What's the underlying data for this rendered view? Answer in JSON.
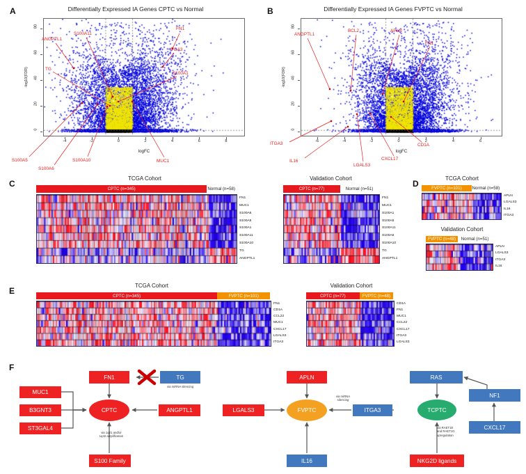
{
  "panels": {
    "A": {
      "letter": "A"
    },
    "B": {
      "letter": "B"
    },
    "C": {
      "letter": "C"
    },
    "D": {
      "letter": "D"
    },
    "E": {
      "letter": "E"
    },
    "F": {
      "letter": "F"
    }
  },
  "volcano_a": {
    "title": "Differentially Expressed IA Genes CPTC vs Normal",
    "xlabel": "logFC",
    "ylabel": "-log10(FDR)",
    "xticks": [
      "-4",
      "-2",
      "0",
      "2",
      "4",
      "6",
      "8"
    ],
    "yticks": [
      "0",
      "20",
      "40",
      "60",
      "80"
    ],
    "annotations": [
      {
        "label": "ANGPTL1"
      },
      {
        "label": "S100A11"
      },
      {
        "label": "FN1"
      },
      {
        "label": "ITGA3"
      },
      {
        "label": "S100A1"
      },
      {
        "label": "TG"
      },
      {
        "label": "S100A5"
      },
      {
        "label": "S100A6"
      },
      {
        "label": "S100A10"
      },
      {
        "label": "MUC1"
      }
    ]
  },
  "volcano_b": {
    "title": "Differentially Expressed IA Genes FVPTC vs Normal",
    "xlabel": "logFC",
    "ylabel": "-log10(FDR)",
    "xticks": [
      "-6",
      "-4",
      "-2",
      "0",
      "2",
      "4",
      "6"
    ],
    "yticks": [
      "0",
      "20",
      "40",
      "60",
      "80"
    ],
    "annotations": [
      {
        "label": "ANGPTL1"
      },
      {
        "label": "BCL2"
      },
      {
        "label": "APLN"
      },
      {
        "label": "FN1"
      },
      {
        "label": "ITGA3"
      },
      {
        "label": "IL16"
      },
      {
        "label": "LGALS3"
      },
      {
        "label": "CXCL17"
      },
      {
        "label": "CD1A"
      }
    ]
  },
  "heatmap_c_tcga": {
    "cohort_title": "TCGA Cohort",
    "groups": [
      {
        "label": "CPTC (n=345)",
        "color": "#e8191e",
        "frac": 0.855
      },
      {
        "label": "Normal (n=58)",
        "color": "transparent",
        "frac": 0.145
      }
    ],
    "genes": [
      "FN1",
      "MUC1",
      "S100A6",
      "S100A5",
      "S100A1",
      "S100A11",
      "S100A10",
      "TG",
      "ANGPTL1"
    ]
  },
  "heatmap_c_val": {
    "cohort_title": "Validation Cohort",
    "groups": [
      {
        "label": "CPTC (n=77)",
        "color": "#e8191e",
        "frac": 0.6
      },
      {
        "label": "Normal (n=51)",
        "color": "transparent",
        "frac": 0.4
      }
    ],
    "genes": [
      "FN1",
      "MUC1",
      "S100A1",
      "S100A5",
      "S100A11",
      "S100A6",
      "S100A10",
      "TG",
      "ANGPTL1"
    ]
  },
  "heatmap_d_tcga": {
    "cohort_title": "TCGA Cohort",
    "groups": [
      {
        "label": "FVPTC (n=101)",
        "color": "#f39200",
        "frac": 0.635
      },
      {
        "label": "Normal (n=58)",
        "color": "transparent",
        "frac": 0.365
      }
    ],
    "genes": [
      "APLN",
      "LGALS3",
      "IL16",
      "ITGA3"
    ]
  },
  "heatmap_d_val": {
    "cohort_title": "Validation Cohort",
    "groups": [
      {
        "label": "FVPTC (n=48)",
        "color": "#f39200",
        "frac": 0.485
      },
      {
        "label": "Normal (n=51)",
        "color": "transparent",
        "frac": 0.515
      }
    ],
    "genes": [
      "APLN",
      "LGALS3",
      "ITGA3",
      "IL16"
    ]
  },
  "heatmap_e_tcga": {
    "cohort_title": "TCGA Cohort",
    "groups": [
      {
        "label": "CPTC (n=345)",
        "color": "#e8191e",
        "frac": 0.775
      },
      {
        "label": "FVPTC (n=101)",
        "color": "#f39200",
        "frac": 0.225
      }
    ],
    "genes": [
      "FN1",
      "CD1A",
      "CCL22",
      "MUC1",
      "CXCL17",
      "LGALS3",
      "ITGA3"
    ]
  },
  "heatmap_e_val": {
    "cohort_title": "Validation Cohort",
    "groups": [
      {
        "label": "CPTC (n=77)",
        "color": "#e8191e",
        "frac": 0.615
      },
      {
        "label": "FVPTC (n=48)",
        "color": "#f39200",
        "frac": 0.385
      }
    ],
    "genes": [
      "CD1A",
      "FN1",
      "MUC1",
      "CCL22",
      "CXCL17",
      "ITGA3",
      "LGALS3"
    ]
  },
  "diagram": {
    "colors": {
      "red": "#ee2222",
      "blue": "#4178be",
      "orange": "#f4a122",
      "green": "#27ab6e",
      "cross": "#cc0000"
    },
    "cptc": {
      "center": "CPTC",
      "nodes": [
        {
          "name": "FN1",
          "color": "red"
        },
        {
          "name": "TG",
          "color": "blue"
        },
        {
          "name": "MUC1",
          "color": "red"
        },
        {
          "name": "B3GNT3",
          "color": "red"
        },
        {
          "name": "ST3GAL4",
          "color": "red"
        },
        {
          "name": "ANGPTL1",
          "color": "red"
        },
        {
          "name": "S100 Family",
          "color": "red"
        }
      ],
      "notes": [
        "via miRNA silencing",
        "via 1q21 and/or\n1q42 amplification"
      ]
    },
    "fvptc": {
      "center": "FVPTC",
      "nodes": [
        {
          "name": "APLN",
          "color": "red"
        },
        {
          "name": "LGALS3",
          "color": "red"
        },
        {
          "name": "ITGA3",
          "color": "blue"
        },
        {
          "name": "IL16",
          "color": "blue"
        }
      ],
      "notes": [
        "via miRNA\nsilencing"
      ]
    },
    "tcptc": {
      "center": "TCPTC",
      "nodes": [
        {
          "name": "RAS",
          "color": "blue"
        },
        {
          "name": "NF1",
          "color": "blue"
        },
        {
          "name": "CXCL17",
          "color": "blue"
        },
        {
          "name": "NKG2D ligands",
          "color": "red"
        }
      ],
      "notes": [
        "via RAET1E\nand RAET1G\nupregulation"
      ]
    }
  }
}
